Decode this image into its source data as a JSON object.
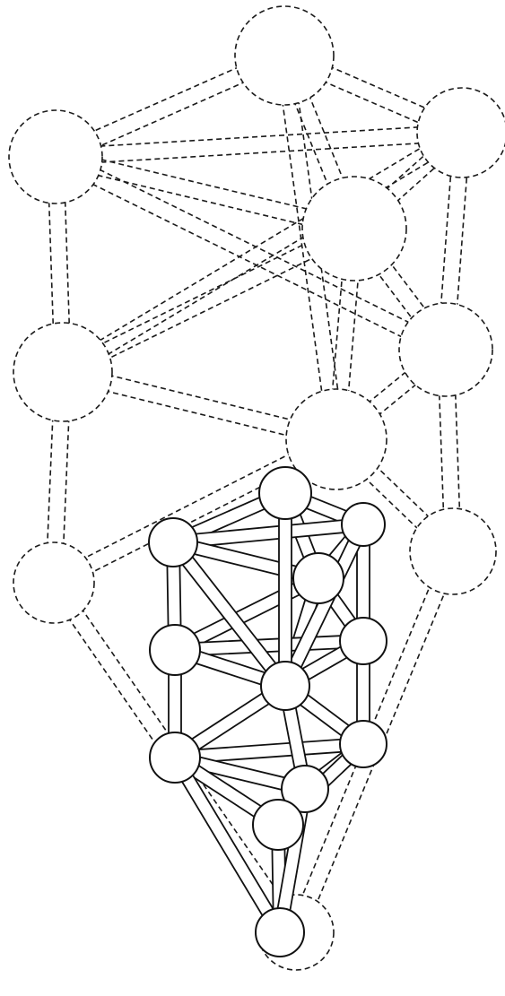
{
  "header_text": "",
  "diagram": {
    "kind": "tree-of-life-line-drawing",
    "styles": {
      "upper_tree": "dashed-outline",
      "lower_tree": "solid-tubes-and-spheres"
    },
    "colors": {
      "ink": "#1a1a1a",
      "paper": "#ffffff",
      "ghost_text": "#8d8d8d"
    }
  }
}
